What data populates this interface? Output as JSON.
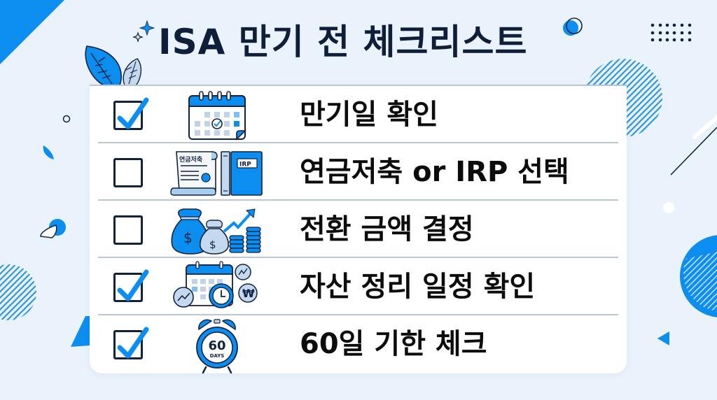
{
  "title": "ISA 만기 전 체크리스트",
  "colors": {
    "background": "#eaf2fc",
    "accent": "#0b8ef0",
    "light_accent": "#c5d9ee",
    "ink": "#11223e",
    "card": "#ffffff",
    "divider": "#b9c7d8"
  },
  "checklist": {
    "items": [
      {
        "label": "만기일 확인",
        "checked": true,
        "icon": "calendar-check-icon"
      },
      {
        "label": "연금저축 or IRP 선택",
        "checked": false,
        "icon": "pension-document-and-irp-book-icon",
        "icon_text": {
          "document": "연금저축",
          "book": "IRP"
        }
      },
      {
        "label": "전환 금액 결정",
        "checked": false,
        "icon": "money-bags-coins-growth-icon",
        "icon_text": {
          "bag1": "$",
          "bag2": "$"
        }
      },
      {
        "label": "자산 정리 일정 확인",
        "checked": true,
        "icon": "calendar-clock-assets-icon",
        "icon_text": {
          "currency": "₩"
        }
      },
      {
        "label": "60일 기한 체크",
        "checked": true,
        "icon": "alarm-clock-60-days-icon",
        "icon_text": {
          "number": "60",
          "unit": "DAYS"
        }
      }
    ]
  }
}
